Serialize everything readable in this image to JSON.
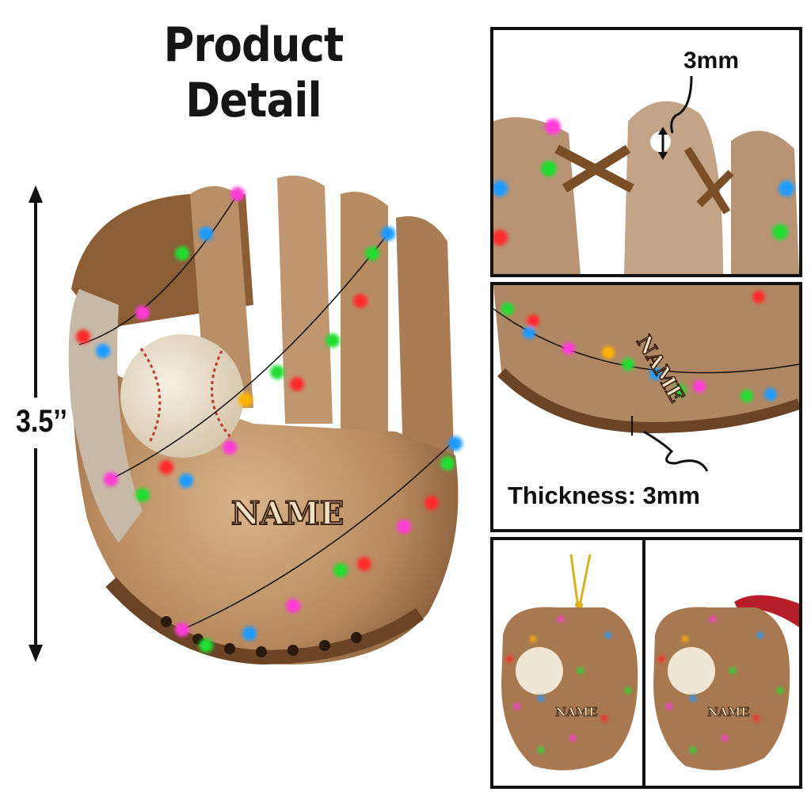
{
  "header": {
    "title": "Product Detail"
  },
  "dimensions": {
    "height_label": "3.5’’"
  },
  "main_image": {
    "subject": "baseball glove ornament with baseball and string lights",
    "personalization_text": "NAME"
  },
  "detail_panels": [
    {
      "id": "hole",
      "callout": "3mm",
      "subject": "hanging hole close-up"
    },
    {
      "id": "thickness",
      "callout": "Thickness: 3mm",
      "personalization_text": "NAME",
      "subject": "edge close-up"
    },
    {
      "id": "gold-string",
      "personalization_text": "NAME",
      "subject": "ornament with gold string"
    },
    {
      "id": "red-ribbon",
      "personalization_text": "NAME",
      "subject": "ornament with red ribbon"
    }
  ],
  "colors": {
    "leather_light": "#c9a27a",
    "leather_mid": "#a87850",
    "leather_dark": "#6b4426",
    "lace": "#8a5a30",
    "ball": "#efe6d6",
    "stitch": "#c0392b",
    "name_fill": "#efe0c0",
    "name_stroke": "#3a2010",
    "lights": [
      "#ff2a2a",
      "#1e9bff",
      "#22dd33",
      "#ff3ad8",
      "#ffb400"
    ],
    "gold_string": "#d8b020",
    "red_ribbon": "#b81e2a"
  }
}
